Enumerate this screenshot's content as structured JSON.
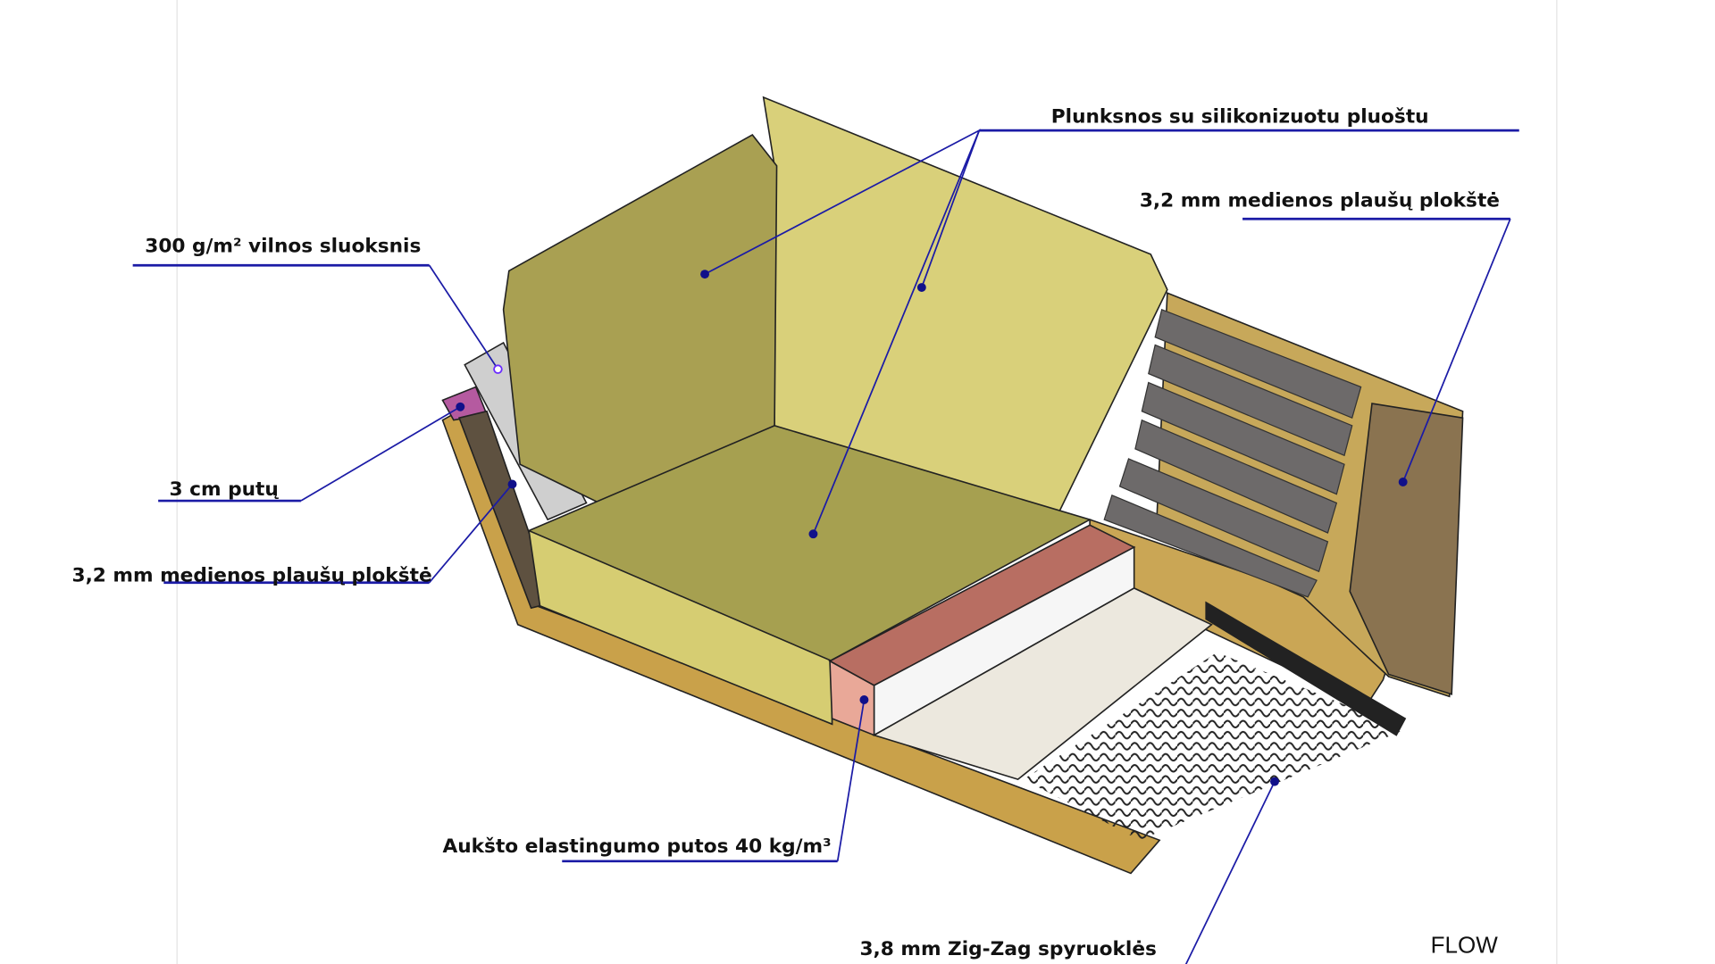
{
  "labels": {
    "feathers": "Plunksnos su silikonizuotu pluoštu",
    "fiberboard_right": "3,2 mm medienos plaušų plokštė",
    "wool_layer": "300 g/m² vilnos sluoksnis",
    "foam_3cm": "3 cm putų",
    "fiberboard_left": "3,2 mm medienos plaušų plokštė",
    "hr_foam": "Aukšto elastingumo putos 40 kg/m³",
    "zigzag_springs": "3,8 mm Zig-Zag spyruoklės"
  },
  "brand": "FLOW",
  "colors": {
    "cushion": "#d6cd72",
    "cushion_shade": "#a9a052",
    "frame": "#c8a24c",
    "leader": "#1b1ba6",
    "foam_edge": "#c98275"
  }
}
